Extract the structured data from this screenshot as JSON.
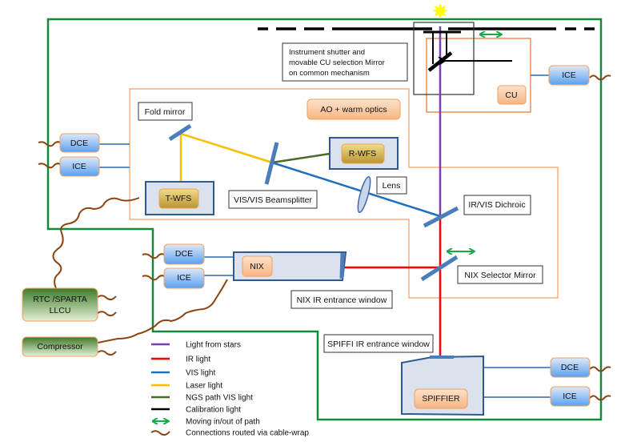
{
  "colors": {
    "star_light": "#7a3fb0",
    "ir": "#ff0000",
    "vis": "#1f6fbf",
    "laser": "#f5c000",
    "ngs": "#4a6a2a",
    "calibration": "#000000",
    "moving": "#19a84a",
    "cable": "#8b4513",
    "enclosure": "#138a3a",
    "optics_outline": "#f0a060",
    "mirror": "#4a7ebb"
  },
  "labels": {
    "shutter": [
      "Instrument shutter and",
      "movable CU selection  Mirror",
      "on common mechanism"
    ],
    "ao": "AO + warm optics",
    "fold_mirror": "Fold mirror",
    "beamsplitter": "VIS/VIS Beamsplitter",
    "lens": "Lens",
    "dichroic": "IR/VIS Dichroic",
    "nix_selector": "NIX Selector Mirror",
    "nix_window": "NIX IR entrance window",
    "spiffi_window": "SPIFFI IR entrance window"
  },
  "units": {
    "cu": "CU",
    "cu_ice": "ICE",
    "twfs": "T-WFS",
    "rwfs": "R-WFS",
    "left_dce": "DCE",
    "left_ice": "ICE",
    "nix": "NIX",
    "nix_dce": "DCE",
    "nix_ice": "ICE",
    "rtc": [
      "RTC /SPARTA",
      "LLCU"
    ],
    "compressor": "Compressor",
    "spiffier": "SPIFFIER",
    "spiffier_dce": "DCE",
    "spiffier_ice": "ICE"
  },
  "legend": [
    {
      "label": "Light from stars",
      "type": "line",
      "color": "#7a3fb0"
    },
    {
      "label": "IR light",
      "type": "line",
      "color": "#ff0000"
    },
    {
      "label": "VIS light",
      "type": "line",
      "color": "#1f6fbf"
    },
    {
      "label": "Laser light",
      "type": "line",
      "color": "#f5c000"
    },
    {
      "label": "NGS path VIS light",
      "type": "line",
      "color": "#4a6a2a"
    },
    {
      "label": "Calibration light",
      "type": "line",
      "color": "#000000"
    },
    {
      "label": "Moving in/out of path",
      "type": "double-arrow",
      "color": "#19a84a"
    },
    {
      "label": "Connections routed via cable-wrap",
      "type": "wave",
      "color": "#8b4513"
    }
  ]
}
